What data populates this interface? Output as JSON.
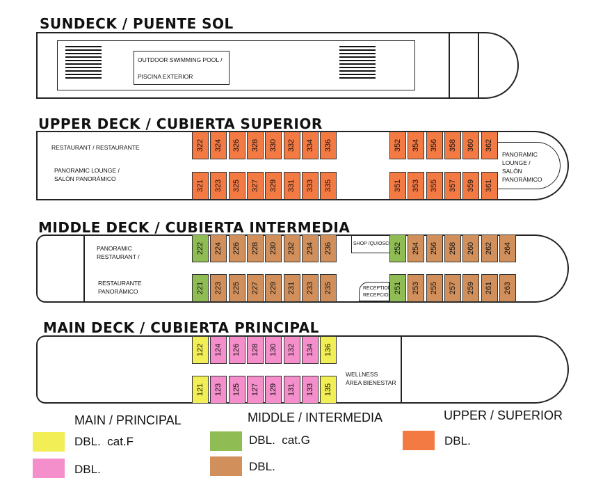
{
  "colors": {
    "main_f": "#f2ee55",
    "main_dbl": "#f58fcb",
    "middle_g": "#8fbd54",
    "middle_dbl": "#d08f5b",
    "upper_dbl": "#f47a44"
  },
  "sundeck": {
    "title": "SUNDECK / PUENTE SOL",
    "pool_line1": "OUTDOOR SWIMMING POOL /",
    "pool_line2": "PISCINA EXTERIOR"
  },
  "upper": {
    "title": "UPPER DECK / CUBIERTA SUPERIOR",
    "restaurant": "RESTAURANT / RESTAURANTE",
    "lounge_line1": "PANORAMIC LOUNGE /",
    "lounge_line2": "SALÓN PANORÁMICO",
    "bow_line1": "PANORAMIC",
    "bow_line2": "LOUNGE /",
    "bow_line3": "SALÓN",
    "bow_line4": "PANORÁMICO",
    "top_aft": [
      "322",
      "324",
      "326",
      "328",
      "330",
      "332",
      "334",
      "336"
    ],
    "bot_aft": [
      "321",
      "323",
      "325",
      "327",
      "329",
      "331",
      "333",
      "335"
    ],
    "top_fwd": [
      "352",
      "354",
      "356",
      "358",
      "360",
      "362"
    ],
    "bot_fwd": [
      "351",
      "353",
      "355",
      "357",
      "359",
      "361"
    ]
  },
  "middle": {
    "title": "MIDDLE DECK / CUBIERTA INTERMEDIA",
    "rest_line1": "PANORAMIC",
    "rest_line2": "RESTAURANT /",
    "rest_line3": "RESTAURANTE",
    "rest_line4": "PANORÁMICO",
    "shop": "SHOP /QUIOSCO",
    "reception_line1": "RECEPTION",
    "reception_line2": "RECEPCIÓN",
    "top_g": "222",
    "top": [
      "224",
      "226",
      "228",
      "230",
      "232",
      "234",
      "236"
    ],
    "bot_g": "221",
    "bot": [
      "223",
      "225",
      "227",
      "229",
      "231",
      "233",
      "235"
    ],
    "top_fwd_g": "252",
    "top_fwd": [
      "254",
      "256",
      "258",
      "260",
      "262",
      "264"
    ],
    "bot_fwd_g": "251",
    "bot_fwd": [
      "253",
      "255",
      "257",
      "259",
      "261",
      "263"
    ]
  },
  "main": {
    "title": "MAIN DECK / CUBIERTA PRINCIPAL",
    "wellness_line1": "WELLNESS",
    "wellness_line2": "ÁREA BIENESTAR",
    "top_f_first": "122",
    "top": [
      "124",
      "126",
      "128",
      "130",
      "132",
      "134"
    ],
    "top_f_last": "136",
    "bot_f_first": "121",
    "bot": [
      "123",
      "125",
      "127",
      "129",
      "131",
      "133"
    ],
    "bot_f_last": "135"
  },
  "legend": {
    "main_head": "MAIN / PRINCIPAL",
    "main_f_label": "DBL.  cat.F",
    "main_dbl_label": "DBL.",
    "middle_head": "MIDDLE / INTERMEDIA",
    "middle_g_label": "DBL.  cat.G",
    "middle_dbl_label": "DBL.",
    "upper_head": "UPPER / SUPERIOR",
    "upper_dbl_label": "DBL."
  }
}
